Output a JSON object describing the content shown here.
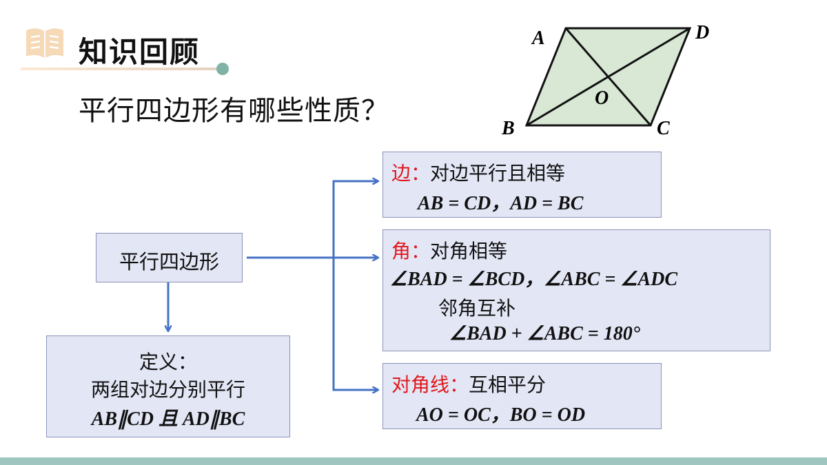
{
  "header": {
    "icon": "open-book-icon",
    "title": "知识回顾"
  },
  "question": "平行四边形有哪些性质？",
  "figure": {
    "labels": {
      "A": "A",
      "B": "B",
      "C": "C",
      "D": "D",
      "O": "O"
    },
    "fill_color": "#d8e8d5"
  },
  "center_box": {
    "label": "平行四边形"
  },
  "definition_box": {
    "title": "定义：",
    "text": "两组对边分别平行",
    "formula": "AB∥CD 且 AD∥BC"
  },
  "sides_box": {
    "label": "边：",
    "text": "对边平行且相等",
    "formula": "AB = CD，AD = BC"
  },
  "angles_box": {
    "label": "角：",
    "text": "对角相等",
    "formula1": "∠BAD = ∠BCD，∠ABC = ∠ADC",
    "text2": "邻角互补",
    "formula2": "∠BAD + ∠ABC = 180°"
  },
  "diagonals_box": {
    "label": "对角线：",
    "text": "互相平分",
    "formula": "AO = OC，BO = OD"
  },
  "colors": {
    "accent_red": "#e0191e",
    "arrow_blue": "#4472c4",
    "box_fill": "#e3e6f5",
    "bar_teal": "#9fc7c0"
  }
}
